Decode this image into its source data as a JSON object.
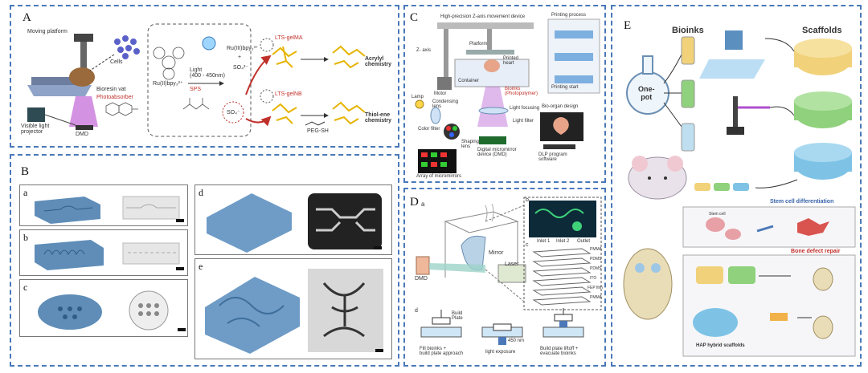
{
  "panels": {
    "A": {
      "label": "A",
      "moving_platform": "Moving platform",
      "cells": "Cells",
      "bioresin_vat": "Bioresin vat",
      "photoabsorber": "Photoabsorber",
      "visible_light_projector": "Visible light\nprojector",
      "dmd": "DMD",
      "ru2": "Ru(II)bpy₃²⁺",
      "light": "Light\n(400 - 450nm)",
      "sps": "SPS",
      "ru3": "Ru(III)bpy₃³⁺",
      "plus": "+",
      "so4_1": "SO₄²⁻",
      "so4_2": "SO₄⁻",
      "lts_gelma": "LTS-gelMA",
      "lts_gelnb": "LTS-gelNB",
      "peg_sh": "PEG-SH",
      "acrylyl": "Acrylyl\nchemistry",
      "thiol_ene": "Thiol-ene\nchemistry"
    },
    "B": {
      "label": "B",
      "subs": [
        "a",
        "b",
        "c",
        "d",
        "e"
      ]
    },
    "C": {
      "label": "C",
      "z_device": "High-precision Z-axis movement device",
      "printing_process": "Printing process",
      "z_axis": "Z- axis",
      "platform": "Platform",
      "printed_heart": "Printed\nheart",
      "container": "Container",
      "motor": "Motor",
      "bioinks": "Bioinks\n(Photopolymer)",
      "printing_start": "Printing start",
      "lamp": "Lamp",
      "condensing_lens": "Condensing\nlens",
      "color_filter": "Color filter",
      "shaping_lens": "Shaping\nlens",
      "light_focusing": "Light focusing",
      "light_filter": "Light filter",
      "bio_organ_design": "Bio-organ design",
      "dmd": "Digital micromirror\ndevice (DMD)",
      "dlp_software": "DLP program\nsoftware",
      "array": "Array of micromirrors"
    },
    "D": {
      "label": "D",
      "sub_a": "a",
      "sub_b": "b",
      "sub_c": "c",
      "sub_d": "d",
      "mirror": "Mirror",
      "dmd": "DMD",
      "laser": "Laser",
      "inlet1": "Inlet 1",
      "inlet2": "Inlet 2",
      "outlet": "Outlet",
      "layers": [
        "PMMA",
        "PDMS",
        "PDMS",
        "ITO",
        "FEP film",
        "PMMA"
      ],
      "build_plate": "Build\nPlate",
      "step1": "Fill bioinks +\nbuild plate approach",
      "nm": "450 nm",
      "step2": "light exposure",
      "step3": "Build plate liftoff +\nevacuate bioinks"
    },
    "E": {
      "label": "E",
      "bioinks": "Bioinks",
      "scaffolds": "Scaffolds",
      "one_pot": "One-\npot",
      "stem_diff": "Stem cell differentiation",
      "stem_cell": "Stem cell",
      "bone_repair": "Bone defect repair",
      "hap": "HAP hybrid scaffolds"
    }
  },
  "colors": {
    "border": "#4a78b8",
    "scaffold_yellow": "#f1d27a",
    "scaffold_green": "#8fd17c",
    "scaffold_blue": "#7ec3e6",
    "violet": "#b04fcf",
    "red": "#c0302a"
  }
}
